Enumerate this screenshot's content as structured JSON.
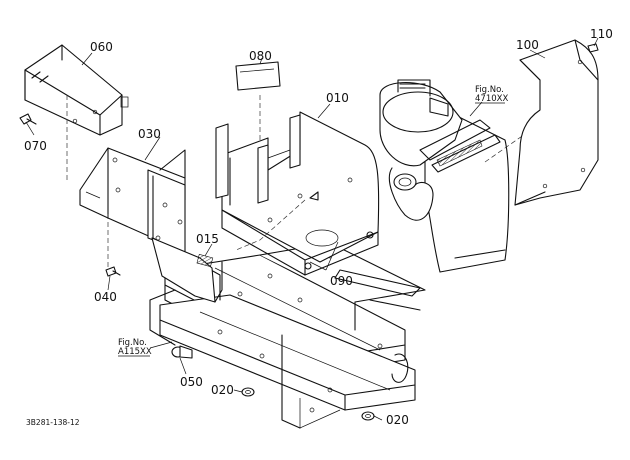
{
  "diagram": {
    "drawing_code": "3B281-138-12",
    "part_labels": {
      "p060": "060",
      "p070": "070",
      "p030": "030",
      "p080": "080",
      "p010": "010",
      "p100": "100",
      "p110": "110",
      "p015": "015",
      "p040": "040",
      "p090": "090",
      "p050": "050",
      "p020a": "020",
      "p020b": "020"
    },
    "fig_refs": {
      "tank": {
        "line1": "Fig.No.",
        "line2": "4710XX"
      },
      "frame": {
        "line1": "Fig.No.",
        "line2": "A115XX"
      }
    }
  }
}
